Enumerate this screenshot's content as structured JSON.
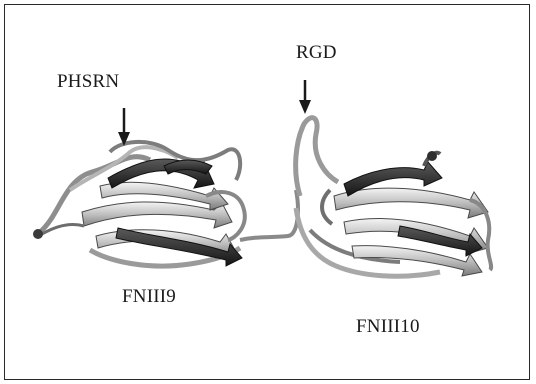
{
  "labels": {
    "motif_left": "PHSRN",
    "motif_right": "RGD",
    "domain_left": "FNIII9",
    "domain_right": "FNIII10"
  },
  "colors": {
    "strand_light": "#d9d9d9",
    "strand_dark": "#2b2b2b",
    "loop": "#9a9a9a",
    "frame": "#2a2a2a"
  }
}
